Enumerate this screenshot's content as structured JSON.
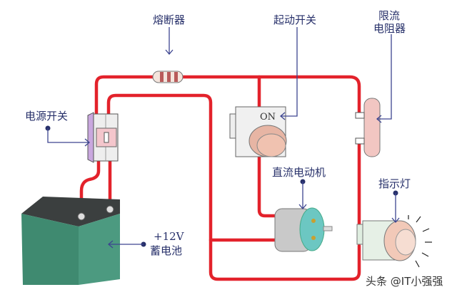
{
  "labels": {
    "fuse": "熔断器",
    "start_switch": "起动开关",
    "resistor_line1": "限流",
    "resistor_line2": "电阻器",
    "power_switch": "电源开关",
    "dc_motor": "直流电动机",
    "indicator_lamp": "指示灯",
    "battery_voltage": "+12V",
    "battery": "蓄电池",
    "switch_marking": "ON"
  },
  "watermark": "头条 @IT小强强",
  "colors": {
    "wire": "#e3222b",
    "label": "#27306a",
    "battery": "#3f8a70",
    "lamp": "#f2c9b8"
  }
}
